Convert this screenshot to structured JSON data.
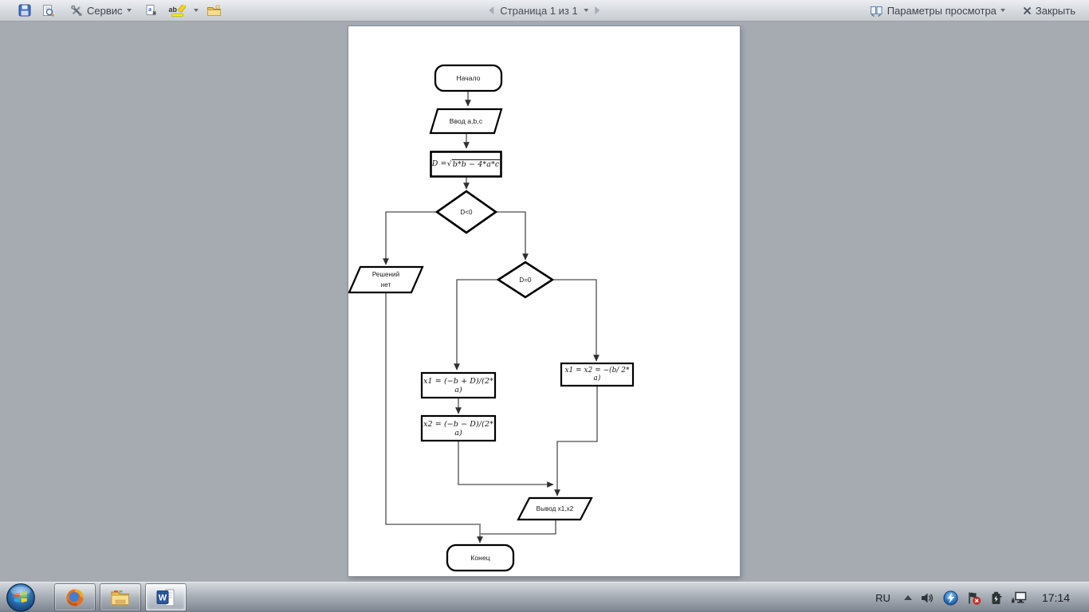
{
  "toolbar": {
    "tools_label": "Сервис",
    "highlight_glyph": "ab",
    "page_indicator": "Страница 1 из 1",
    "view_options_label": "Параметры просмотра",
    "close_label": "Закрыть"
  },
  "flowchart": {
    "start_label": "Начало",
    "input_label": "Ввод a,b,c",
    "formula_lhs": "D = ",
    "formula_radical": "√",
    "formula_radicand": "b*b − 4*a*c",
    "decision1_label": "D<0",
    "no_solution_line1": "Решений",
    "no_solution_line2": "нет",
    "decision2_label": "D=0",
    "x1_formula": "x1 = (−b + D)/(2* a)",
    "x2_formula": "x2 = (−b − D)/(2* a)",
    "x1x2_formula": "x1 = x2 = −(b/ 2* a)",
    "output_label": "Вывод  x1,x2",
    "end_label": "Конец"
  },
  "taskbar": {
    "language_indicator": "RU",
    "clock": "17:14",
    "word_letter": "W"
  },
  "icons": {
    "toolbar": [
      "save-icon",
      "print-preview-icon",
      "tools-icon",
      "translate-icon",
      "highlighter-icon",
      "new-comment-folder-icon",
      "prev-page-icon",
      "next-page-icon",
      "view-options-icon",
      "close-icon"
    ],
    "taskbar": [
      "windows-start-icon",
      "firefox-icon",
      "explorer-icon",
      "word-icon",
      "show-hidden-icons-icon",
      "volume-icon",
      "lightning-app-icon",
      "action-center-flag-icon",
      "battery-icon",
      "network-icon"
    ]
  },
  "colors": {
    "canvas_background": "#a6abb2",
    "highlight_yellow": "#f7ec13",
    "word_blue": "#2b579a",
    "action_center_badge": "#d93025"
  }
}
